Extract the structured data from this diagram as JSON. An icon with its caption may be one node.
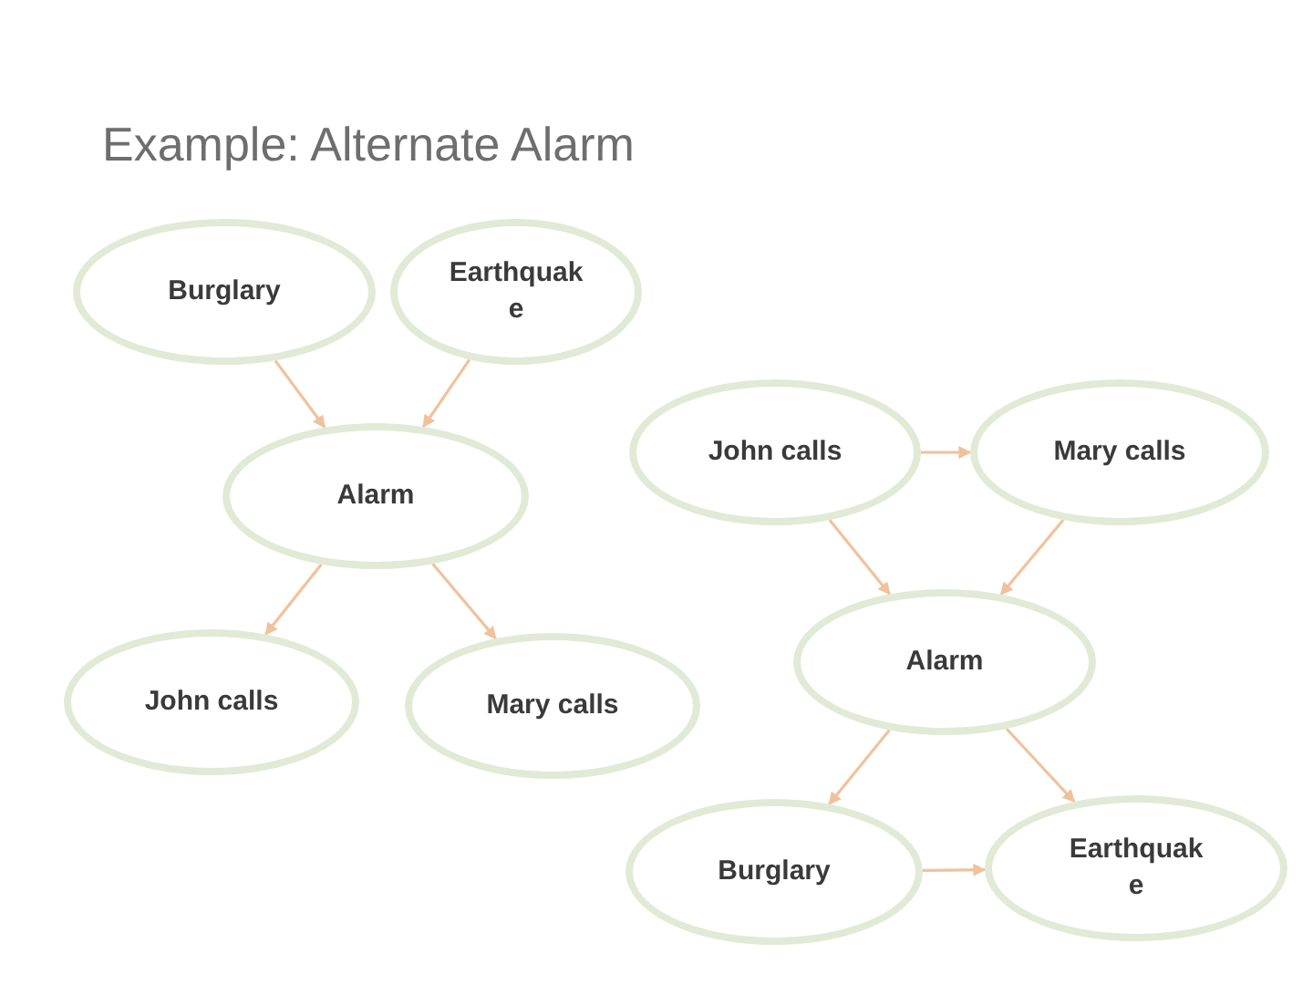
{
  "diagram": {
    "title": "Example: Alternate Alarm",
    "nodes": [
      {
        "text": [
          "Burglary"
        ]
      },
      {
        "text": [
          "Earthquak e"
        ]
      },
      {
        "text": [
          "Alarm"
        ]
      },
      {
        "text": [
          "John calls"
        ]
      },
      {
        "text": [
          "Mary calls"
        ]
      },
      {
        "text": [
          "John calls"
        ]
      },
      {
        "text": [
          "Mary calls"
        ]
      },
      {
        "text": [
          "Alarm"
        ]
      },
      {
        "text": [
          "Burglary"
        ]
      },
      {
        "text": [
          "Earthquak e"
        ]
      }
    ],
    "edges": [
      {
        "from": 0,
        "to": 2,
        "arrow": "to"
      },
      {
        "from": 1,
        "to": 2,
        "arrow": "to"
      },
      {
        "from": 2,
        "to": 3,
        "arrow": "to"
      },
      {
        "from": 2,
        "to": 4,
        "arrow": "to"
      },
      {
        "from": 5,
        "to": 6,
        "arrow": "to"
      },
      {
        "from": 5,
        "to": 7,
        "arrow": "to"
      },
      {
        "from": 6,
        "to": 7,
        "arrow": "to"
      },
      {
        "from": 7,
        "to": 8,
        "arrow": "to"
      },
      {
        "from": 7,
        "to": 9,
        "arrow": "to"
      },
      {
        "from": 8,
        "to": 9,
        "arrow": "to"
      }
    ]
  }
}
